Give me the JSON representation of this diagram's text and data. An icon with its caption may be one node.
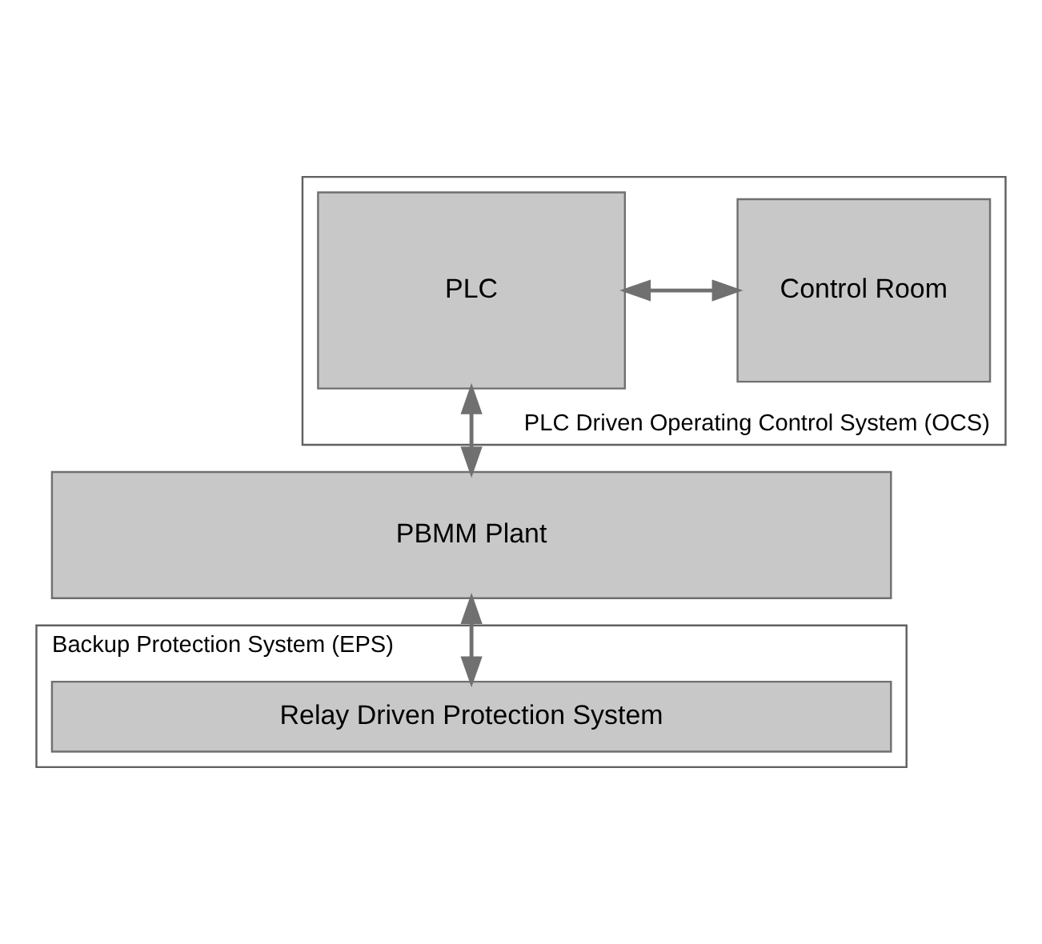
{
  "diagram": {
    "nodes": [
      {
        "text": [
          "PLC Driven Operating Control System (OCS)"
        ]
      },
      {
        "text": [
          "PLC"
        ],
        "in": 0
      },
      {
        "text": [
          "Control Room"
        ],
        "in": 0
      },
      {
        "text": [
          "PBMM Plant"
        ]
      },
      {
        "text": [
          "Backup Protection System (EPS)"
        ]
      },
      {
        "text": [
          "Relay Driven Protection System"
        ],
        "in": 4
      }
    ],
    "edges": [
      {
        "from": 1,
        "to": 2,
        "arrow": "both"
      },
      {
        "from": 1,
        "to": 3,
        "arrow": "both"
      },
      {
        "from": 3,
        "to": 5,
        "arrow": "both"
      }
    ]
  }
}
